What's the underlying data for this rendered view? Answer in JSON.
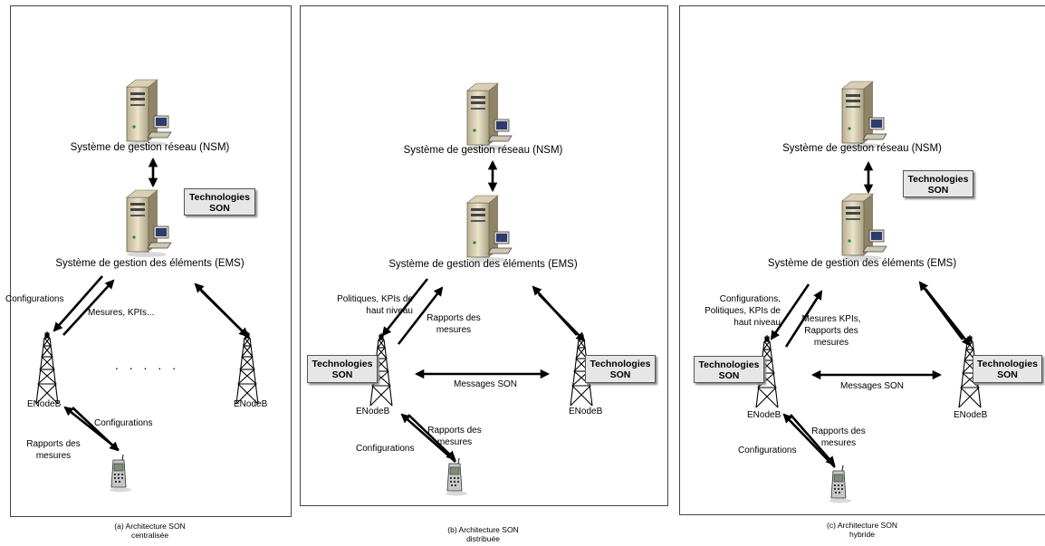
{
  "nsm_label": "Système de gestion réseau (NSM)",
  "ems_label": "Système de gestion des éléments (EMS)",
  "son_label_line1": "Technologies",
  "son_label_line2": "SON",
  "enodeb_label": "ENodeB",
  "messages_son": "Messages SON",
  "ellipsis": ". . . . .",
  "panel_a": {
    "configurations_top": "Configurations",
    "mesures_kpis": "Mesures, KPIs...",
    "configurations_ue": "Configurations",
    "rapports_1": "Rapports des",
    "rapports_2": "mesures",
    "caption_1": "(a) Architecture SON",
    "caption_2": "centralisée"
  },
  "panel_b": {
    "politiques_1": "Politiques, KPIs de",
    "politiques_2": "haut niveau",
    "rapports_top_1": "Rapports des",
    "rapports_top_2": "mesures",
    "rapports_ue_1": "Rapports des",
    "rapports_ue_2": "mesures",
    "configurations_ue": "Configurations",
    "caption_1": "(b) Architecture SON",
    "caption_2": "distribuée"
  },
  "panel_c": {
    "conf_1": "Configurations,",
    "conf_2": "Politiques, KPIs de",
    "conf_3": "haut niveau",
    "mes_1": "Mesures KPIs,",
    "mes_2": "Rapports des",
    "mes_3": "mesures",
    "rapports_ue_1": "Rapports des",
    "rapports_ue_2": "mesures",
    "configurations_ue": "Configurations",
    "caption_1": "(c) Architecture SON",
    "caption_2": "hybride"
  }
}
